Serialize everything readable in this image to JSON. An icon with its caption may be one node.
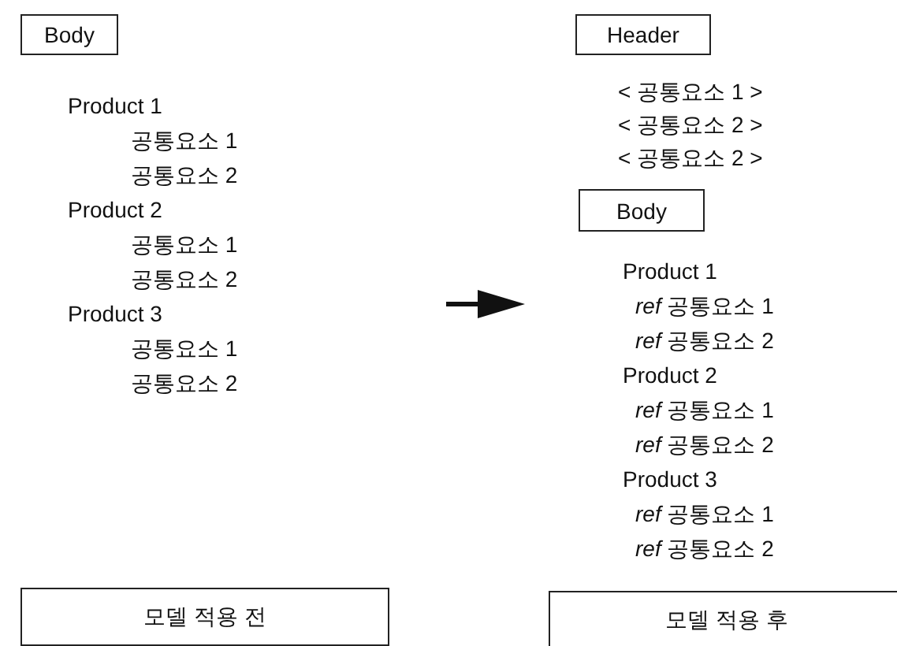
{
  "diagram": {
    "nodes": [
      {
        "text": [
          "Body"
        ]
      },
      {
        "text": [
          "Header"
        ]
      },
      {
        "text": [
          "Body"
        ]
      },
      {
        "text": [
          "모델 적용 전"
        ]
      },
      {
        "text": [
          "모델 적용 후"
        ]
      }
    ],
    "labels": [
      "Product 1",
      "공통요소 1",
      "공통요소 2",
      "Product 2",
      "공통요소 1",
      "공통요소 2",
      "Product 3",
      "공통요소 1",
      "공통요소 2",
      "< 공통요소 1 >",
      "< 공통요소 2 >",
      "< 공통요소 2 >",
      "Product 1",
      "*ref* 공통요소 1",
      "*ref* 공통요소 2",
      "Product 2",
      "*ref* 공통요소 1",
      "*ref* 공통요소 2",
      "Product 3",
      "*ref* 공통요소 1",
      "*ref* 공통요소 2"
    ]
  }
}
